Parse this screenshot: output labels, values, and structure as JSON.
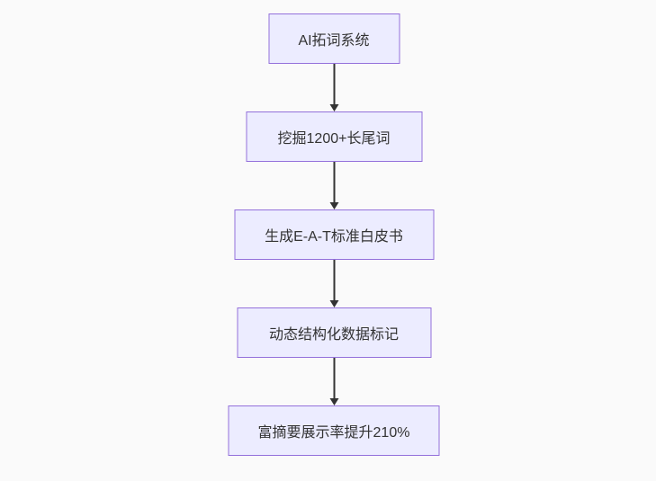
{
  "page": {
    "background_color": "#fafafa"
  },
  "flowchart": {
    "type": "flowchart",
    "direction": "top-down",
    "node_fill_color": "#ececff",
    "node_border_color": "#9370db",
    "arrow_color": "#333333",
    "text_color": "#333333",
    "nodes": [
      {
        "label": "AI拓词系统"
      },
      {
        "label": "挖掘1200+长尾词"
      },
      {
        "label": "生成E-A-T标准白皮书"
      },
      {
        "label": "动态结构化数据标记"
      },
      {
        "label": "富摘要展示率提升210%"
      }
    ],
    "edges": [
      {
        "from": 0,
        "to": 1
      },
      {
        "from": 1,
        "to": 2
      },
      {
        "from": 2,
        "to": 3
      },
      {
        "from": 3,
        "to": 4
      }
    ]
  }
}
